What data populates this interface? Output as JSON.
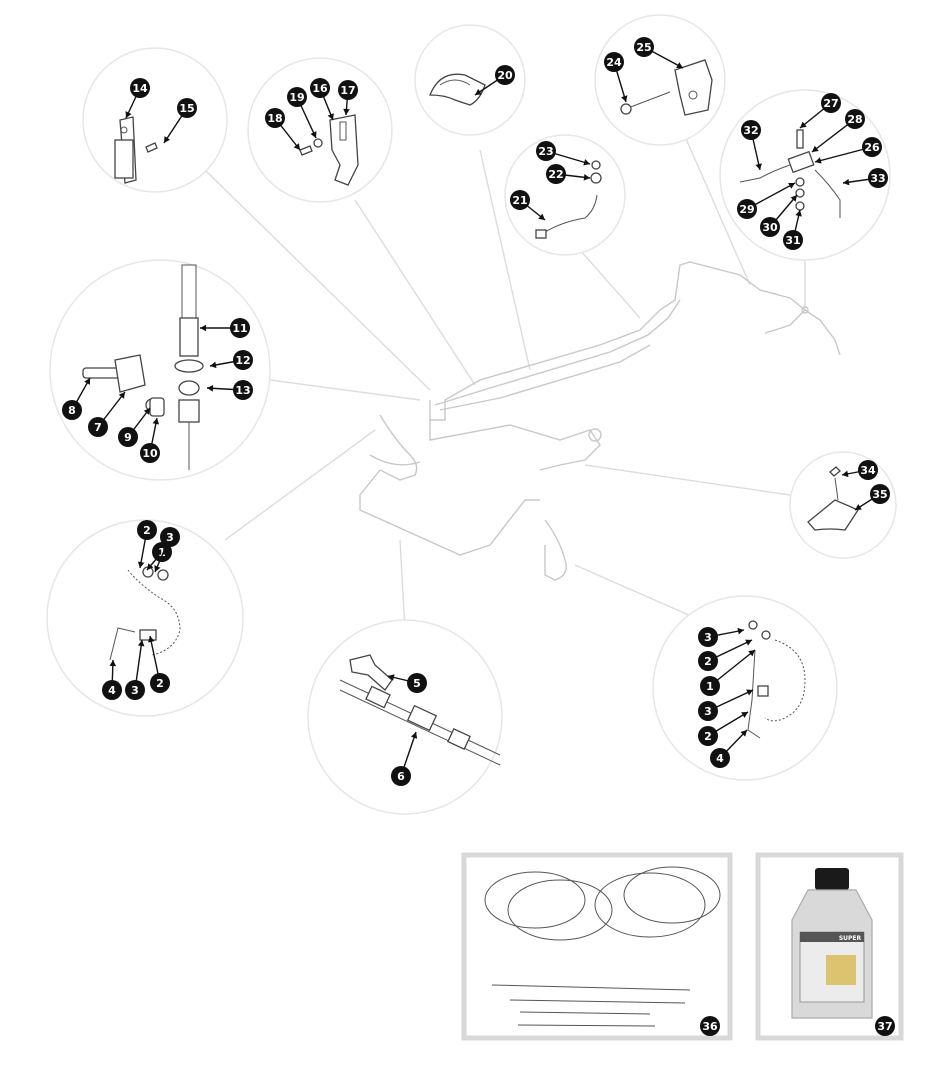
{
  "callouts": [
    {
      "id": "c1a",
      "label": "1"
    },
    {
      "id": "c2a",
      "label": "2"
    },
    {
      "id": "c3a",
      "label": "3"
    },
    {
      "id": "c2b",
      "label": "2"
    },
    {
      "id": "c3b",
      "label": "3"
    },
    {
      "id": "c4a",
      "label": "4"
    },
    {
      "id": "c5",
      "label": "5"
    },
    {
      "id": "c6",
      "label": "6"
    },
    {
      "id": "c7",
      "label": "7"
    },
    {
      "id": "c8",
      "label": "8"
    },
    {
      "id": "c9",
      "label": "9"
    },
    {
      "id": "c10",
      "label": "10"
    },
    {
      "id": "c11",
      "label": "11"
    },
    {
      "id": "c12",
      "label": "12"
    },
    {
      "id": "c13",
      "label": "13"
    },
    {
      "id": "c14",
      "label": "14"
    },
    {
      "id": "c15",
      "label": "15"
    },
    {
      "id": "c16",
      "label": "16"
    },
    {
      "id": "c17",
      "label": "17"
    },
    {
      "id": "c18",
      "label": "18"
    },
    {
      "id": "c19",
      "label": "19"
    },
    {
      "id": "c20",
      "label": "20"
    },
    {
      "id": "c21",
      "label": "21"
    },
    {
      "id": "c22",
      "label": "22"
    },
    {
      "id": "c23",
      "label": "23"
    },
    {
      "id": "c24",
      "label": "24"
    },
    {
      "id": "c25",
      "label": "25"
    },
    {
      "id": "c26",
      "label": "26"
    },
    {
      "id": "c27",
      "label": "27"
    },
    {
      "id": "c28",
      "label": "28"
    },
    {
      "id": "c29",
      "label": "29"
    },
    {
      "id": "c30",
      "label": "30"
    },
    {
      "id": "c31",
      "label": "31"
    },
    {
      "id": "c32",
      "label": "32"
    },
    {
      "id": "c33",
      "label": "33"
    },
    {
      "id": "c34",
      "label": "34"
    },
    {
      "id": "c35",
      "label": "35"
    },
    {
      "id": "c3c",
      "label": "3"
    },
    {
      "id": "c2c",
      "label": "2"
    },
    {
      "id": "c1c",
      "label": "1"
    },
    {
      "id": "c3d",
      "label": "3"
    },
    {
      "id": "c2d",
      "label": "2"
    },
    {
      "id": "c4b",
      "label": "4"
    },
    {
      "id": "c36",
      "label": "36"
    },
    {
      "id": "c37",
      "label": "37"
    }
  ],
  "fluid_bottle": {
    "cap_color": "#1a1a1a",
    "body_color": "#d9d9d9",
    "label_text": "SUPER"
  }
}
